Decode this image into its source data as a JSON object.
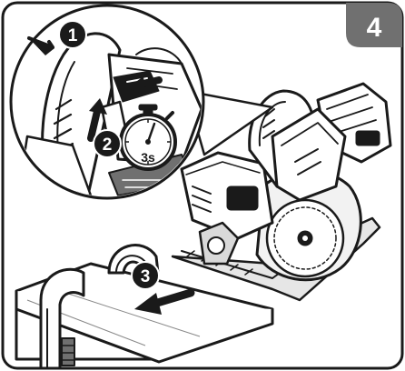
{
  "figure": {
    "step_number": "4",
    "callouts": [
      {
        "label": "1"
      },
      {
        "label": "2"
      },
      {
        "label": "3"
      }
    ],
    "timer": {
      "label": "3s"
    },
    "colors": {
      "ink": "#1a1a1a",
      "panel_gray": "#707070",
      "light_gray": "#d9d9d9",
      "paper": "#ffffff"
    }
  }
}
